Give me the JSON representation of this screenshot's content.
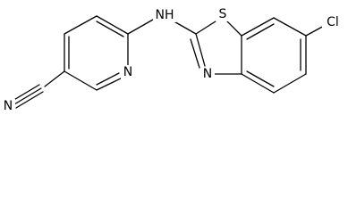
{
  "molecule": {
    "atoms": {
      "n_cyano": "N",
      "c_cyano": "C",
      "n_pyridine": "N",
      "nh": "NH",
      "s_thiazole": "S",
      "n_thiazole": "N",
      "cl": "Cl"
    }
  }
}
